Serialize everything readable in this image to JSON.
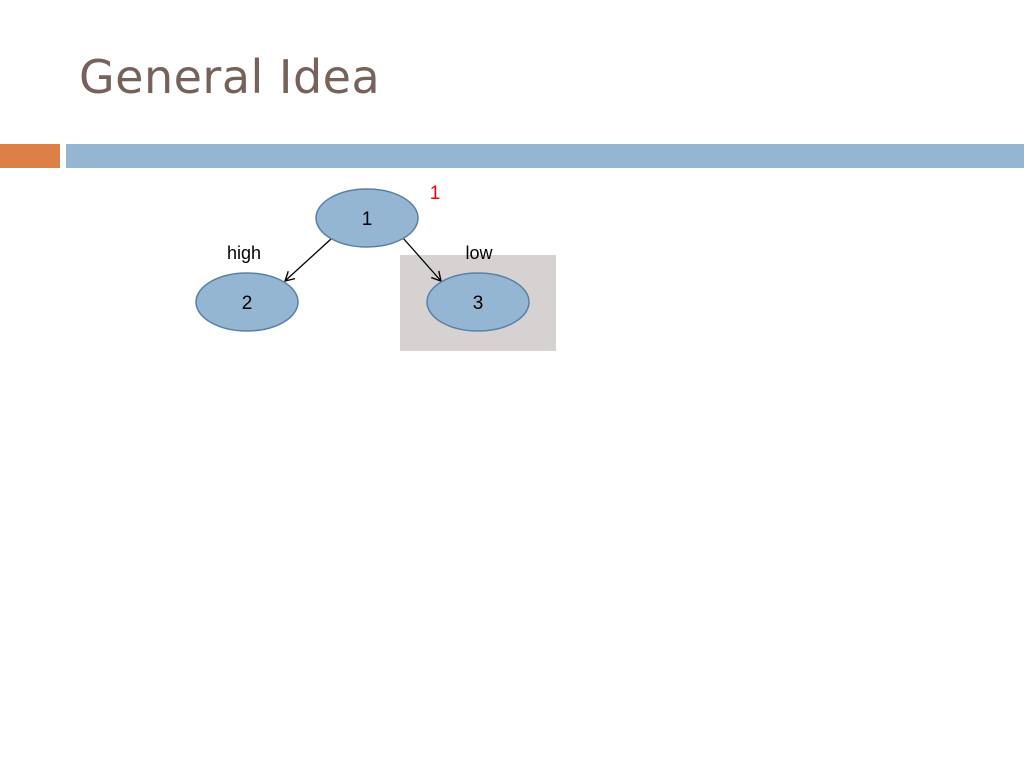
{
  "slide": {
    "title": "General Idea"
  },
  "colors": {
    "title": "#76625a",
    "accent_orange": "#dd8047",
    "accent_blue": "#94b6d2",
    "node_fill": "#94b6d2",
    "node_stroke": "#5a80a8",
    "highlight_box": "#d6d2d1",
    "edge": "#000000",
    "label_text": "#000000",
    "annotation": "#ff0000"
  },
  "diagram": {
    "nodes": [
      {
        "id": "n1",
        "label": "1"
      },
      {
        "id": "n2",
        "label": "2"
      },
      {
        "id": "n3",
        "label": "3",
        "highlighted": true
      }
    ],
    "edges": [
      {
        "from": "1",
        "to": "2",
        "label": "high"
      },
      {
        "from": "1",
        "to": "3",
        "label": "low"
      }
    ],
    "annotation": "1"
  }
}
